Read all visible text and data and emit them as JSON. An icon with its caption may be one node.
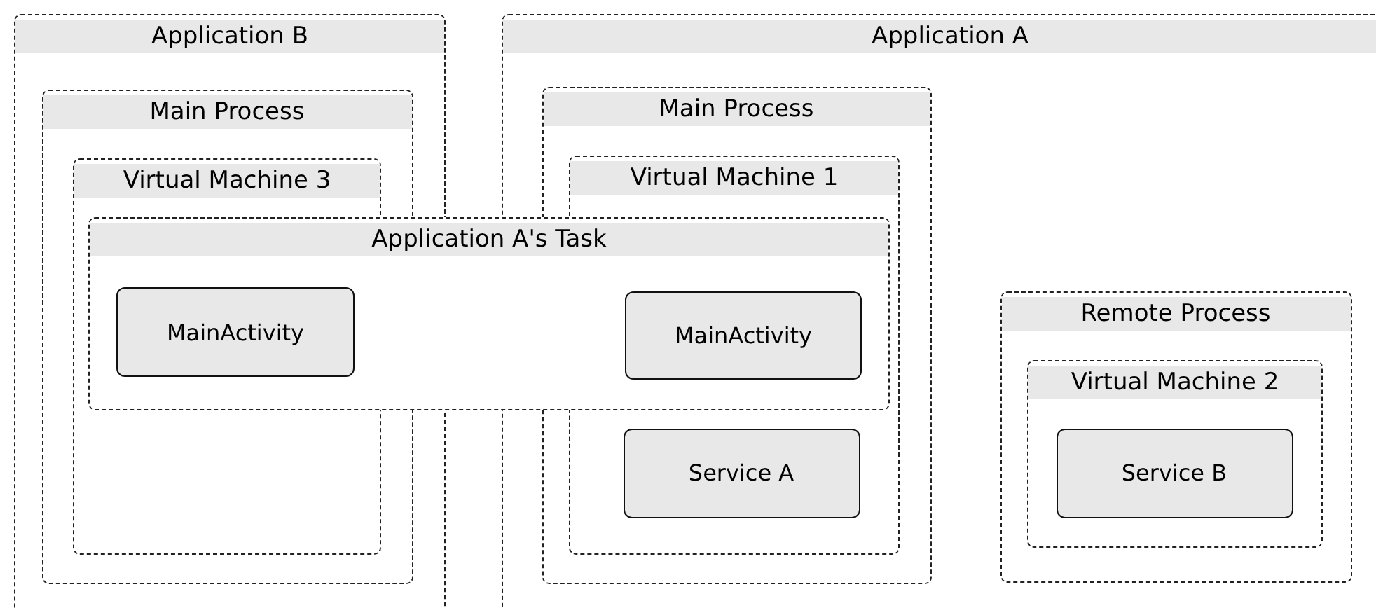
{
  "diagram": {
    "nodes": [
      {
        "text": [
          "Application B"
        ]
      },
      {
        "text": [
          "Main Process"
        ],
        "in": 0
      },
      {
        "text": [
          "Virtual Machine 3"
        ],
        "in": 1
      },
      {
        "text": [
          "Application A"
        ]
      },
      {
        "text": [
          "Main Process"
        ],
        "in": 3
      },
      {
        "text": [
          "Virtual Machine 1"
        ],
        "in": 4
      },
      {
        "text": [
          "Application A's Task"
        ]
      },
      {
        "text": [
          "MainActivity"
        ]
      },
      {
        "text": [
          "MainActivity"
        ]
      },
      {
        "text": [
          "Service A"
        ],
        "in": 5
      },
      {
        "text": [
          "Remote Process"
        ],
        "in": 3
      },
      {
        "text": [
          "Virtual Machine 2"
        ],
        "in": 10
      },
      {
        "text": [
          "Service B"
        ],
        "in": 11
      }
    ]
  }
}
